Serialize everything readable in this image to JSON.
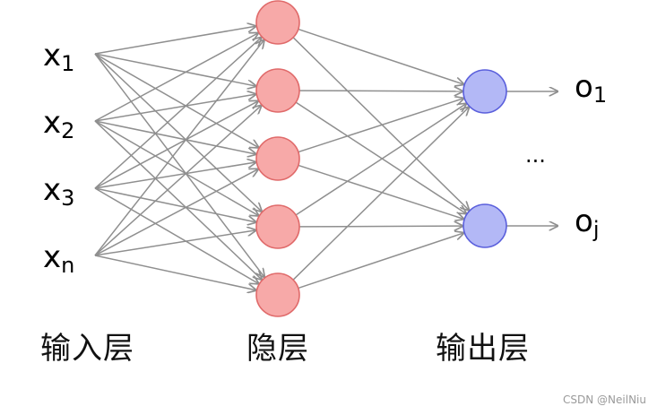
{
  "inputs": [
    {
      "main": "x",
      "sub": "1"
    },
    {
      "main": "x",
      "sub": "2"
    },
    {
      "main": "x",
      "sub": "3"
    },
    {
      "main": "x",
      "sub": "n"
    }
  ],
  "outputs": [
    {
      "main": "o",
      "sub": "1"
    },
    {
      "main": "o",
      "sub": "j"
    }
  ],
  "hidden_node_count": 5,
  "ellipsis": "...",
  "labels": {
    "input_layer": "输入层",
    "hidden_layer": "隐层",
    "output_layer": "输出层"
  },
  "watermark": "CSDN @NeilNiu",
  "colors": {
    "hidden_fill": "#f7a9a8",
    "hidden_stroke": "#e06a6a",
    "output_fill": "#b3b8f6",
    "output_stroke": "#5a5fdc",
    "edge": "#8f8f8f"
  }
}
